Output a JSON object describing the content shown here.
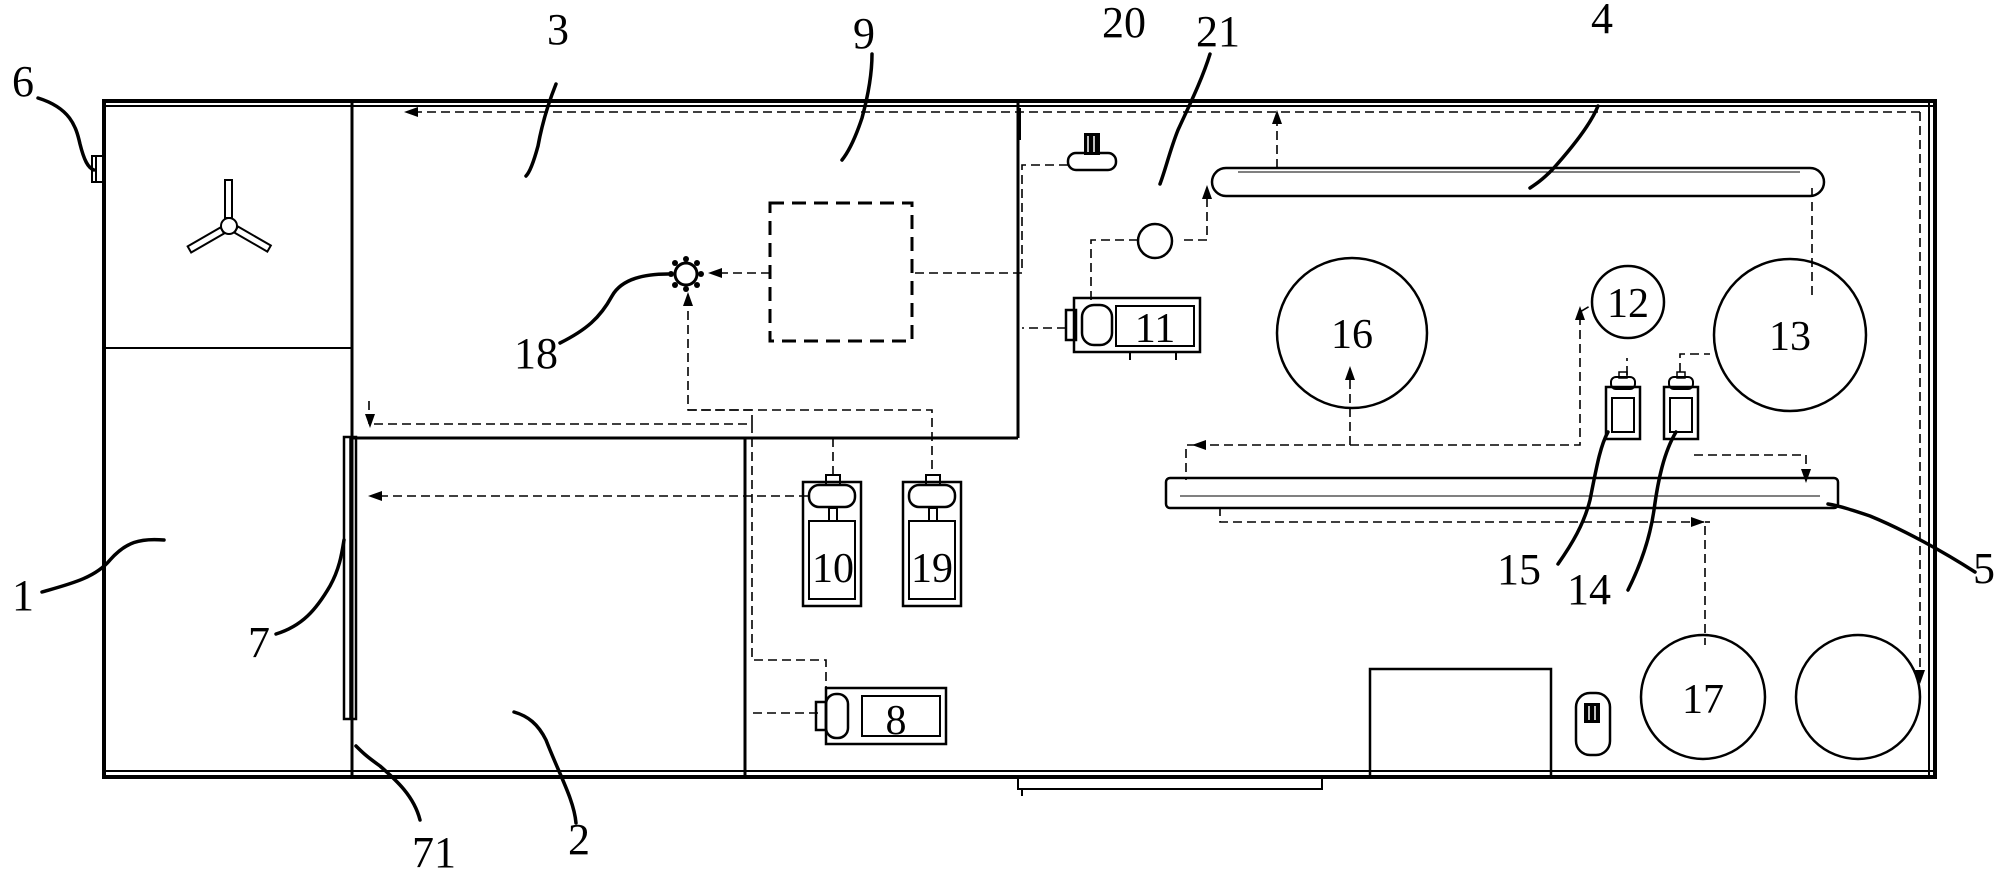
{
  "labels": {
    "l1": "1",
    "l2": "2",
    "l3": "3",
    "l4": "4",
    "l5": "5",
    "l6": "6",
    "l7": "7",
    "l71": "71",
    "l9": "9",
    "l14": "14",
    "l15": "15",
    "l18": "18",
    "l20": "20",
    "l21": "21"
  },
  "components": {
    "c8": "8",
    "c10": "10",
    "c11": "11",
    "c12": "12",
    "c13": "13",
    "c16": "16",
    "c17": "17",
    "c19": "19"
  }
}
